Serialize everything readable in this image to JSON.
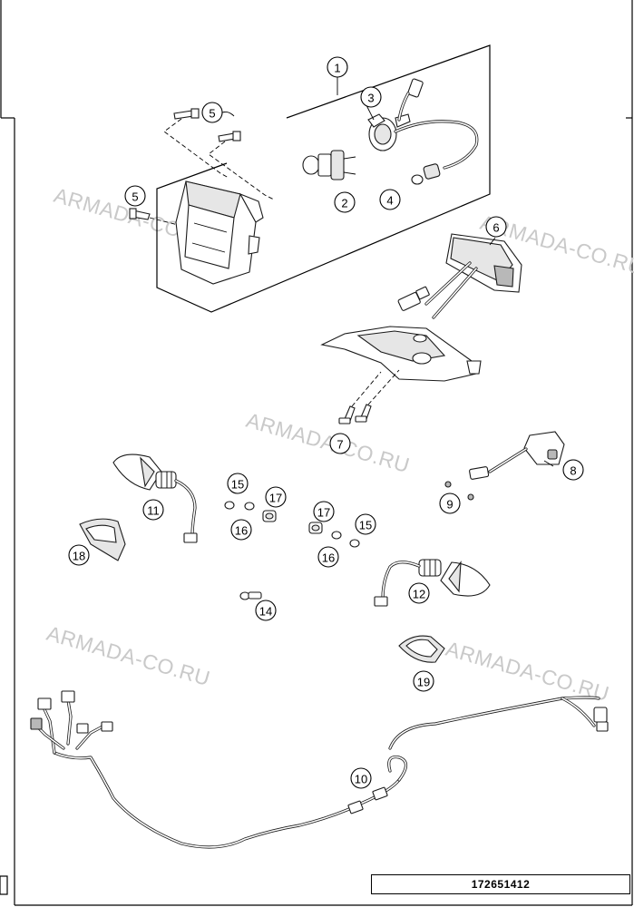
{
  "watermark": "ARMADA-CO.RU",
  "diagram_code": "172651412",
  "callouts": [
    {
      "id": "c1",
      "label": "1"
    },
    {
      "id": "c2",
      "label": "2"
    },
    {
      "id": "c3",
      "label": "3"
    },
    {
      "id": "c4",
      "label": "4"
    },
    {
      "id": "c5a",
      "label": "5"
    },
    {
      "id": "c5b",
      "label": "5"
    },
    {
      "id": "c6",
      "label": "6"
    },
    {
      "id": "c7",
      "label": "7"
    },
    {
      "id": "c8",
      "label": "8"
    },
    {
      "id": "c9",
      "label": "9"
    },
    {
      "id": "c10",
      "label": "10"
    },
    {
      "id": "c11",
      "label": "11"
    },
    {
      "id": "c12",
      "label": "12"
    },
    {
      "id": "c14",
      "label": "14"
    },
    {
      "id": "c15a",
      "label": "15"
    },
    {
      "id": "c15b",
      "label": "15"
    },
    {
      "id": "c16a",
      "label": "16"
    },
    {
      "id": "c16b",
      "label": "16"
    },
    {
      "id": "c17a",
      "label": "17"
    },
    {
      "id": "c17b",
      "label": "17"
    },
    {
      "id": "c18",
      "label": "18"
    },
    {
      "id": "c19",
      "label": "19"
    }
  ]
}
